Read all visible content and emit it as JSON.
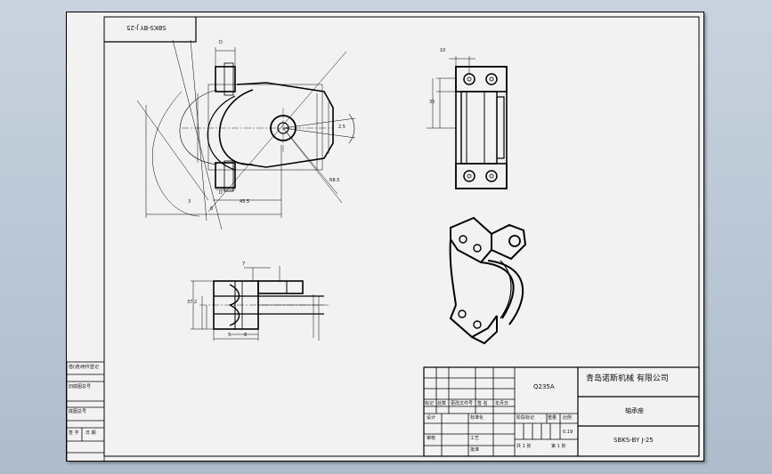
{
  "drawing": {
    "flipped_label": "SBKS-BY J-25",
    "title_block": {
      "material": "Q235A",
      "company": "青岛诺斯机械 有限公司",
      "part_name": "轴承座",
      "drawing_number": "SBKS-BY J-25",
      "weight": "0.19",
      "sheet_left": "共 1 张",
      "sheet_right": "第 1 张",
      "row1": [
        "标记",
        "处数",
        "更改文件号",
        "签 名",
        "年月日"
      ],
      "row2": [
        "设计",
        "标准化",
        "阶段标记",
        "重量",
        "比例"
      ],
      "row3": [
        "审核",
        "工艺",
        "批准"
      ]
    },
    "side_panel": [
      "借(通)用件登记",
      "旧底图总号",
      "底图总号",
      "签 字",
      "日 期"
    ],
    "dims": {
      "d1": "D",
      "d2": "D",
      "d3": "45.5",
      "d4": "3",
      "d5": "8",
      "d6": "7",
      "d7": "37.2",
      "d8": "5",
      "d9": "35",
      "d10": "10",
      "d11": "2.5",
      "d12": "R8.5",
      "d13": "8"
    }
  }
}
